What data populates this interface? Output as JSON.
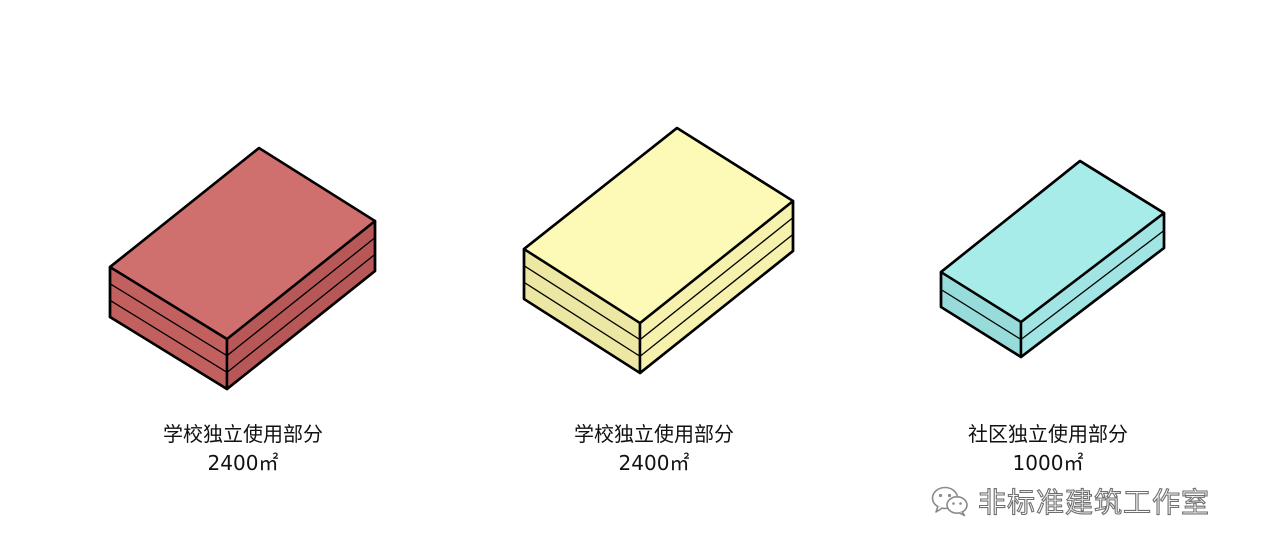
{
  "blocks": [
    {
      "name": "学校独立使用部分",
      "area": "2400㎡",
      "floors": 3,
      "colors": {
        "top": "#cf6f6e",
        "left": "#c2605f",
        "right": "#b85757"
      }
    },
    {
      "name": "学校独立使用部分",
      "area": "2400㎡",
      "floors": 3,
      "colors": {
        "top": "#fdf9b7",
        "left": "#ece7a2",
        "right": "#f6f1ad"
      }
    },
    {
      "name": "社区独立使用部分",
      "area": "1000㎡",
      "floors": 2,
      "colors": {
        "top": "#a8ecea",
        "left": "#97dcdb",
        "right": "#a0e5e4"
      }
    }
  ],
  "watermark": {
    "icon": "wechat-icon",
    "text": "非标准建筑工作室"
  }
}
